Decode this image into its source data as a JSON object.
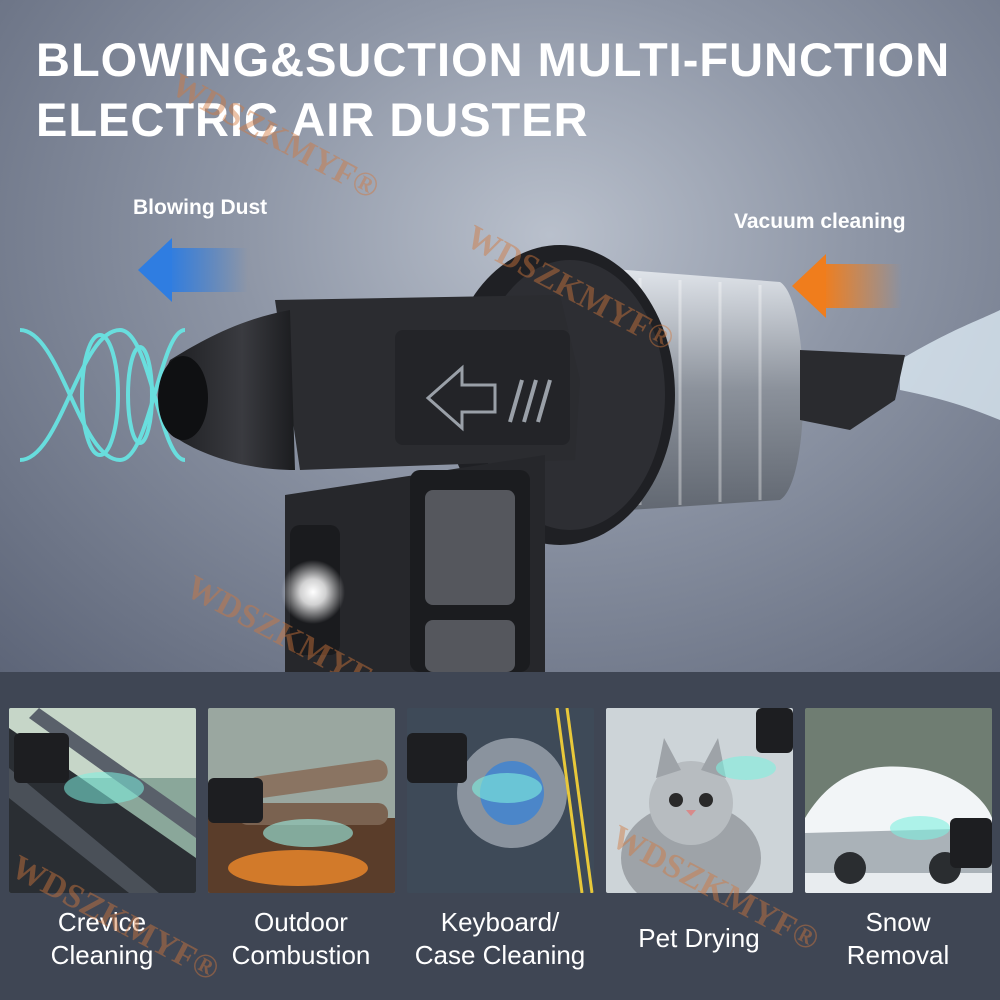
{
  "title": {
    "line1": "BLOWING&SUCTION MULTI-FUNCTION",
    "line2": "ELECTRIC AIR DUSTER"
  },
  "callouts": {
    "blowing": "Blowing Dust",
    "vacuum": "Vacuum cleaning"
  },
  "watermark": "WDSZKMYF®",
  "colors": {
    "blow_arrow": "#2f7de1",
    "vacuum_arrow": "#f07d1c",
    "airflow": "#67e8e6",
    "device_body": "#26272b"
  },
  "uses": [
    {
      "line1": "Crevice",
      "line2": "Cleaning"
    },
    {
      "line1": "Outdoor",
      "line2": "Combustion"
    },
    {
      "line1": "Keyboard/",
      "line2": "Case Cleaning"
    },
    {
      "line1": "Pet Drying",
      "line2": ""
    },
    {
      "line1": "Snow",
      "line2": "Removal"
    }
  ]
}
